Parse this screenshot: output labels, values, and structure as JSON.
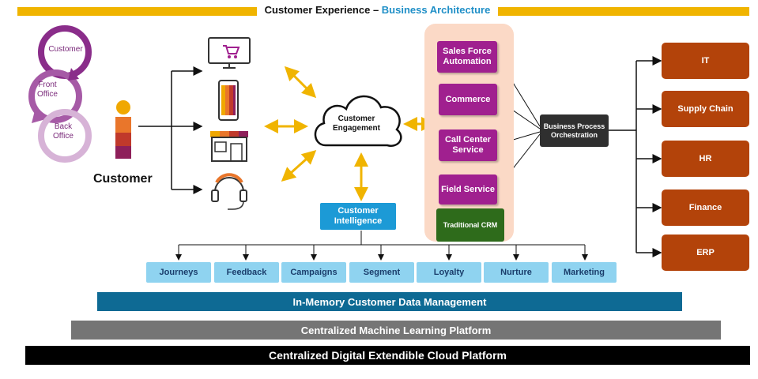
{
  "header": {
    "title_part1": "Customer Experience – ",
    "title_part2": "Business Architecture"
  },
  "cycle": {
    "step1": "Customer",
    "step2": "Front Office",
    "step3": "Back Office"
  },
  "customer_label": "Customer",
  "channels": [
    "desktop-cart-icon",
    "mobile-phone-icon",
    "store-icon",
    "headset-icon"
  ],
  "engagement": {
    "label": "Customer Engagement"
  },
  "intelligence": {
    "label": "Customer Intelligence"
  },
  "services": {
    "sfa": "Sales Force Automation",
    "commerce": "Commerce",
    "call_center": "Call Center Service",
    "field": "Field Service",
    "crm": "Traditional CRM"
  },
  "orchestration": "Business Process Orchestration",
  "enterprise": {
    "it": "IT",
    "supply_chain": "Supply Chain",
    "hr": "HR",
    "finance": "Finance",
    "erp": "ERP"
  },
  "capabilities": {
    "journeys": "Journeys",
    "feedback": "Feedback",
    "campaigns": "Campaigns",
    "segment": "Segment",
    "loyalty": "Loyalty",
    "nurture": "Nurture",
    "marketing": "Marketing"
  },
  "platforms": {
    "data_mgmt": "In-Memory Customer Data Management",
    "ml": "Centralized Machine Learning Platform",
    "cloud": "Centralized Digital Extendible Cloud Platform"
  },
  "colors": {
    "gold": "#f0b400",
    "purple": "#a0208f",
    "rust": "#b3430a",
    "blue": "#1c9ad6",
    "navy": "#0e6a94"
  }
}
